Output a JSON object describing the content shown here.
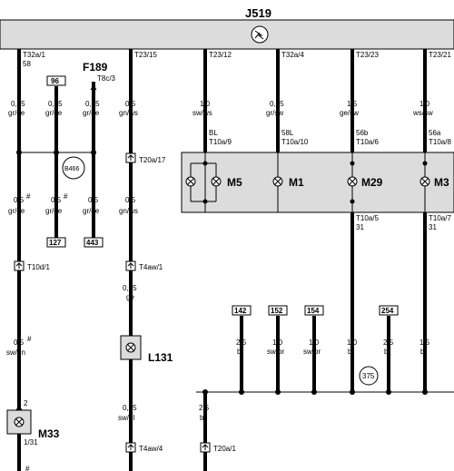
{
  "title": "J519",
  "texts": {
    "t32a1": "T32a/1",
    "n58": "58",
    "f189": "F189",
    "t8c3": "T8c/3",
    "t23_15": "T23/15",
    "t23_12": "T23/12",
    "t32a4": "T32a/4",
    "t23_23": "T23/23",
    "t23_21": "T23/21",
    "box96": "96",
    "c1a": "0,35",
    "c1b": "gr/ge",
    "c2a": "0,35",
    "c2b": "gr/ge",
    "c3a": "0,35",
    "c3b": "gr/ge",
    "c4a": "0,5",
    "c4b": "gn/ws",
    "c5a": "1,0",
    "c5b": "sw/ws",
    "c6a": "0,35",
    "c6b": "gr/sw",
    "c7a": "1,5",
    "c7b": "ge/sw",
    "c8a": "1,0",
    "c8b": "ws/sw",
    "bl": "BL",
    "t10a9": "T10a/9",
    "s58l": "58L",
    "t10a10": "T10a/10",
    "s56b": "56b",
    "t10a6": "T10a/6",
    "s56a": "56a",
    "t10a8": "T10a/8",
    "t20a17": "T20a/17",
    "b466": "B466",
    "m5": "M5",
    "m1": "M1",
    "m29": "M29",
    "m3": "M3",
    "d1a": "0,5",
    "d1b": "gr/ge",
    "d2a": "0,5",
    "d2b": "gr/ge",
    "d3a": "0,5",
    "d3b": "gr/ge",
    "d4a": "0,5",
    "d4b": "gn/ws",
    "hash": "#",
    "box127": "127",
    "box443": "443",
    "t10a5": "T10a/5",
    "n31a": "31",
    "t10a7": "T10a/7",
    "n31b": "31",
    "t10d1": "T10d/1",
    "t4aw1": "T4aw/1",
    "e1a": "0,35",
    "e1b": "ge",
    "box142": "142",
    "box152": "152",
    "box154": "154",
    "box254": "254",
    "w1a": "2,5",
    "w1b": "br",
    "w2a": "1,0",
    "w2b": "sw/br",
    "w3a": "1,0",
    "w3b": "sw/br",
    "w4a": "1,0",
    "w4b": "br",
    "w5a": "2,5",
    "w5b": "br",
    "w6a": "1,5",
    "w6b": "br",
    "l131": "L131",
    "f1a": "0,5",
    "f1b": "sw/gn",
    "c375": "375",
    "n2": "2",
    "m33": "M33",
    "n131": "1/31",
    "g1a": "0,35",
    "g1b": "sw/bl",
    "g2a": "2,5",
    "g2b": "br",
    "t4aw4": "T4aw/4",
    "t20a1": "T20a/1"
  }
}
